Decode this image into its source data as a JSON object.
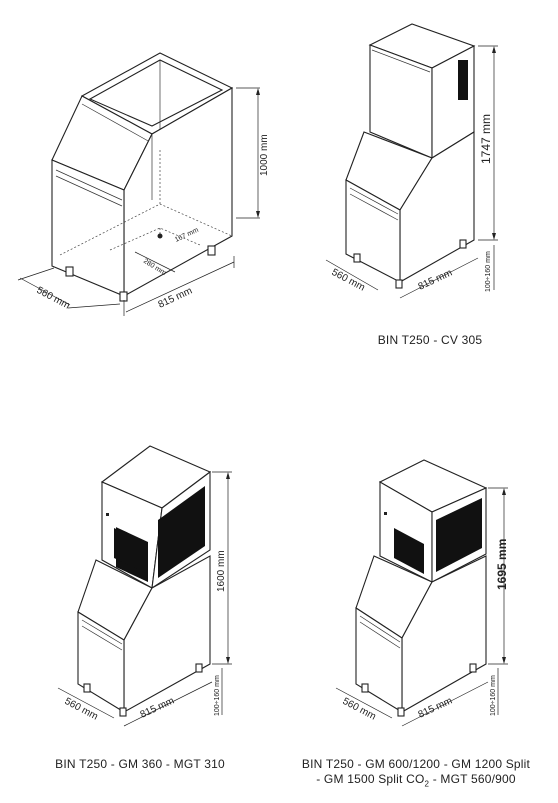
{
  "figures": [
    {
      "id": "bin",
      "dims": {
        "width": "560 mm",
        "depth": "815 mm",
        "height": "1000 mm",
        "inner_a": "167 mm",
        "inner_b": "280 mm"
      }
    },
    {
      "id": "bin-cv",
      "dims": {
        "width": "560 mm",
        "depth": "815 mm",
        "height": "1747 mm",
        "feet": "100÷160 mm"
      },
      "caption": "BIN T250 - CV 305"
    },
    {
      "id": "bin-gm360",
      "dims": {
        "width": "560 mm",
        "depth": "815 mm",
        "height": "1600 mm",
        "feet": "100÷160 mm"
      },
      "caption": "BIN T250 - GM 360 - MGT 310"
    },
    {
      "id": "bin-gm600",
      "dims": {
        "width": "560 mm",
        "depth": "815 mm",
        "height": "1695 mm",
        "feet": "100÷160 mm"
      },
      "caption_line1": "BIN T250 - GM 600/1200 - GM 1200 Split",
      "caption_line2": "- GM 1500 Split CO",
      "caption_sub": "2",
      "caption_line2_end": " - MGT 560/900"
    }
  ]
}
